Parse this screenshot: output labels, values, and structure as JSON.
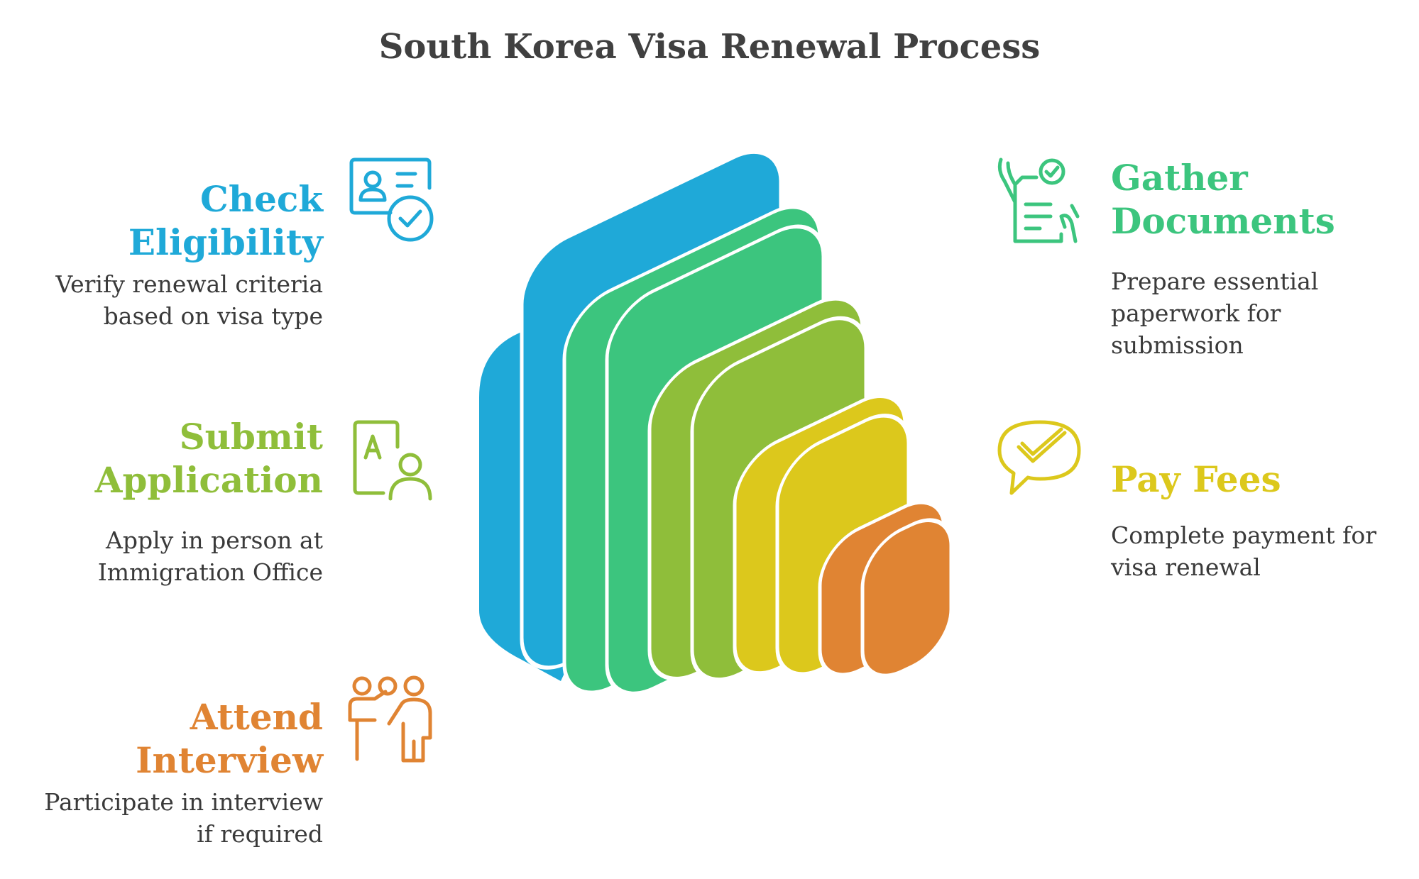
{
  "title": "South Korea Visa Renewal Process",
  "steps": [
    {
      "id": "check-eligibility",
      "head_line1": "Check",
      "head_line2": "Eligibility",
      "desc_line1": "Verify renewal criteria",
      "desc_line2": "based on visa type",
      "desc_line3": "",
      "color": "#1fa9d8",
      "icon": "id-card-check-icon"
    },
    {
      "id": "gather-documents",
      "head_line1": "Gather",
      "head_line2": "Documents",
      "desc_line1": "Prepare essential",
      "desc_line2": "paperwork for",
      "desc_line3": "submission",
      "color": "#3cc57e",
      "icon": "document-checklist-icon"
    },
    {
      "id": "submit-application",
      "head_line1": "Submit",
      "head_line2": "Application",
      "desc_line1": "Apply in person at",
      "desc_line2": "Immigration Office",
      "desc_line3": "",
      "color": "#8fbe3a",
      "icon": "application-person-icon"
    },
    {
      "id": "pay-fees",
      "head_line1": "Pay Fees",
      "head_line2": "",
      "desc_line1": "Complete payment for",
      "desc_line2": "visa renewal",
      "desc_line3": "",
      "color": "#dcc81c",
      "icon": "speech-bubble-check-icon"
    },
    {
      "id": "attend-interview",
      "head_line1": "Attend",
      "head_line2": "Interview",
      "desc_line1": "Participate in interview",
      "desc_line2": "if required",
      "desc_line3": "",
      "color": "#e08433",
      "icon": "interview-presentation-icon"
    }
  ]
}
